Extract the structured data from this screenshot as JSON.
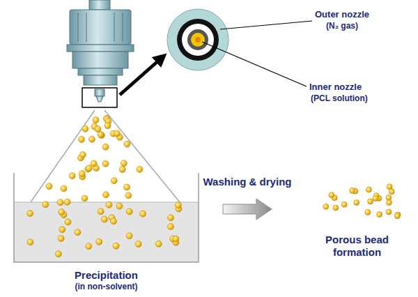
{
  "diagram": {
    "nodes": [
      {
        "text": [
          "Precipitation",
          "(in non-solvent)"
        ]
      },
      {
        "text": [
          "Porous bead formation"
        ]
      }
    ],
    "edges": [
      {
        "from": 0,
        "to": 1,
        "arrow": "to",
        "label": "Washing & drying"
      }
    ],
    "labels": [
      "Outer nozzle",
      "(N₂ gas)",
      "Inner nozzle",
      "(PCL solution)"
    ]
  }
}
